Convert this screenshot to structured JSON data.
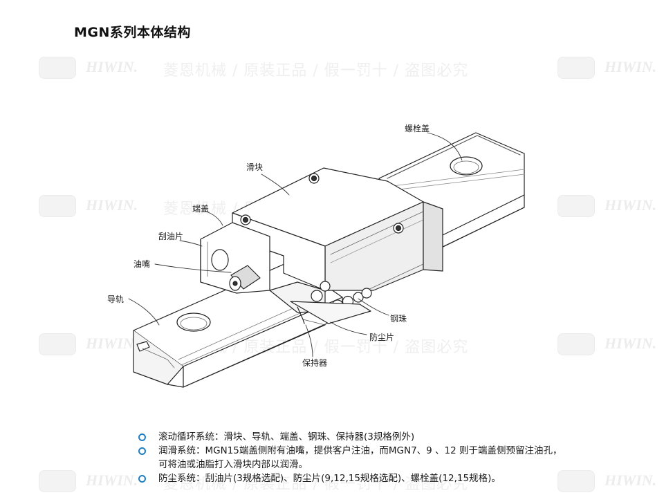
{
  "page": {
    "title": "MGN系列本体结构"
  },
  "watermark": {
    "brand": "HIWIN.",
    "slogan": "菱恩机械 / 原装正品 / 假一罚十 / 盗图必究"
  },
  "diagram": {
    "labels": {
      "bolt_cap": "螺栓盖",
      "slider": "滑块",
      "end_cap": "端盖",
      "wiper": "刮油片",
      "grease_nipple": "油嘴",
      "rail": "导轨",
      "steel_ball": "钢珠",
      "dust_shield": "防尘片",
      "retainer": "保持器"
    }
  },
  "features": [
    {
      "text": "滚动循环系统：滑块、导轨、端盖、钢珠、保持器(3规格例外)"
    },
    {
      "text": "润滑系统：MGN15端盖侧附有油嘴，提供客户注油，而MGN7、9 、12 则于端盖侧预留注油孔，可将油或油脂打入滑块内部以润滑。"
    },
    {
      "text": "防尘系统：刮油片(3规格选配)、防尘片(9,12,15规格选配)、螺栓盖(12,15规格)。"
    }
  ],
  "colors": {
    "bullet": "#1f7fc4",
    "line": "#222222",
    "shade": "#d6d6d6",
    "watermark": "#ececec"
  }
}
